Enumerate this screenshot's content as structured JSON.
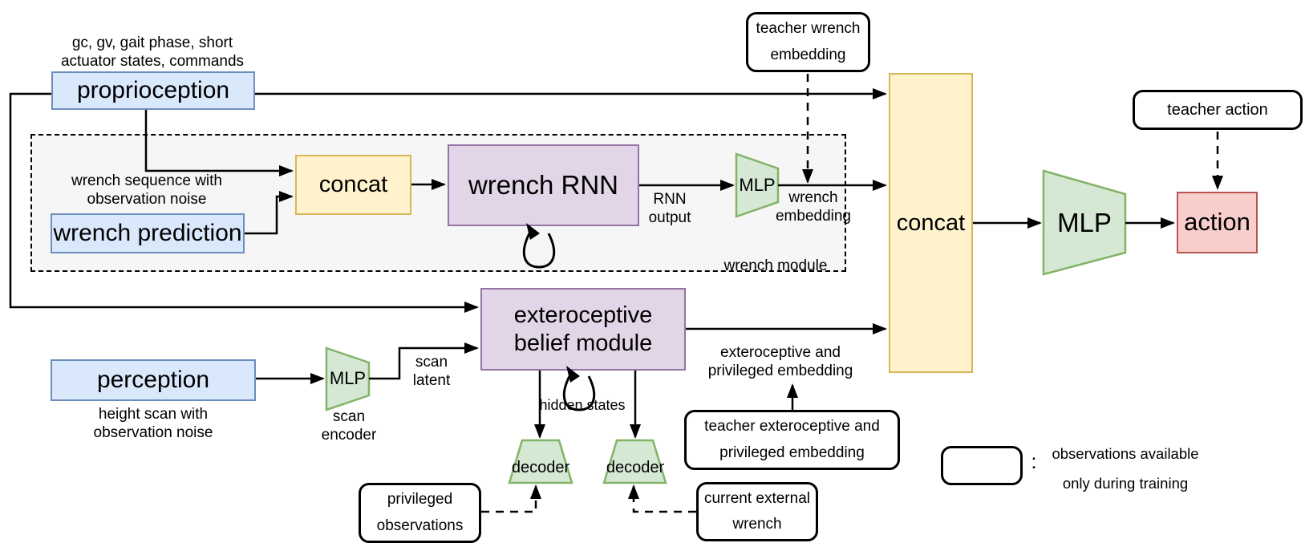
{
  "colors": {
    "node_blue_fill": "#dae8fc",
    "node_blue_stroke": "#6c8ebf",
    "node_yellow_fill": "#fff2cc",
    "node_yellow_stroke": "#d6b656",
    "node_purple_fill": "#e1d5e7",
    "node_purple_stroke": "#9673a6",
    "node_green_fill": "#d5e8d4",
    "node_green_stroke": "#82b366",
    "node_red_fill": "#f8cecc",
    "node_red_stroke": "#b85450",
    "module_fill": "#f6f6f6",
    "edge_color": "#000000"
  },
  "nodes": {
    "proprioception": "proprioception",
    "wrench_prediction": "wrench prediction",
    "perception": "perception",
    "wrench_concat": "concat",
    "wrench_rnn": "wrench RNN",
    "wrench_mlp": "MLP",
    "main_concat": "concat",
    "policy_mlp": "MLP",
    "action": "action",
    "belief_module": "exteroceptive\nbelief module",
    "scan_mlp": "MLP",
    "decoder_left": "decoder",
    "decoder_right": "decoder"
  },
  "training_boxes": {
    "teacher_wrench_embedding": "teacher wrench\nembedding",
    "teacher_action": "teacher action",
    "teacher_extero_privileged": "teacher exteroceptive and\nprivileged embedding",
    "privileged_observations": "privileged\nobservations",
    "current_external_wrench": "current external\nwrench"
  },
  "annotations": {
    "proprioception_inputs": "gc, gv, gait phase, short\nactuator states, commands",
    "wrench_sequence": "wrench sequence with\nobservation noise",
    "height_scan": "height scan with\nobservation noise",
    "rnn_output": "RNN\noutput",
    "wrench_embedding": "wrench\nembedding",
    "wrench_module": "wrench module",
    "scan_latent": "scan\nlatent",
    "scan_encoder": "scan\nencoder",
    "hidden_states": "hidden states",
    "extero_privileged_embedding": "exteroceptive and\nprivileged embedding"
  },
  "legend": {
    "colon": ":",
    "text": "observations available\nonly during training"
  }
}
